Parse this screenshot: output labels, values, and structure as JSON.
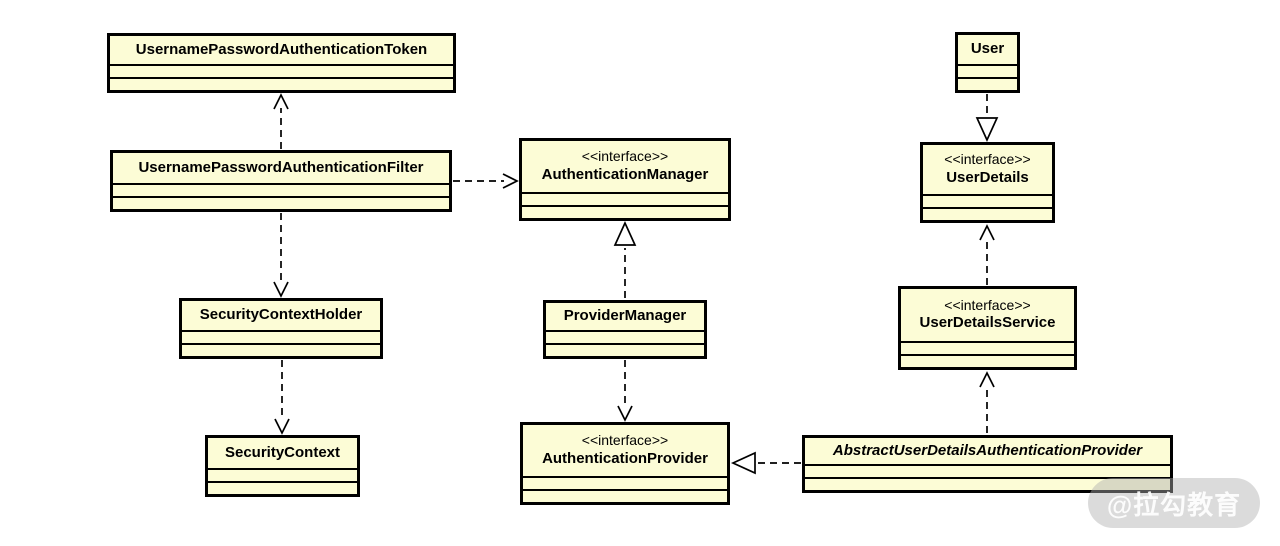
{
  "diagram": {
    "classes": {
      "token": {
        "name": "UsernamePasswordAuthenticationToken"
      },
      "filter": {
        "name": "UsernamePasswordAuthenticationFilter"
      },
      "security_context_holder": {
        "name": "SecurityContextHolder"
      },
      "security_context": {
        "name": "SecurityContext"
      },
      "authentication_manager": {
        "stereotype": "<<interface>>",
        "name": "AuthenticationManager"
      },
      "provider_manager": {
        "name": "ProviderManager"
      },
      "authentication_provider": {
        "stereotype": "<<interface>>",
        "name": "AuthenticationProvider"
      },
      "user": {
        "name": "User"
      },
      "user_details": {
        "stereotype": "<<interface>>",
        "name": "UserDetails"
      },
      "user_details_service": {
        "stereotype": "<<interface>>",
        "name": "UserDetailsService"
      },
      "abstract_user_details_authentication_provider": {
        "name": "AbstractUserDetailsAuthenticationProvider"
      }
    },
    "relationships": [
      {
        "type": "dependency",
        "from": "UsernamePasswordAuthenticationFilter",
        "to": "UsernamePasswordAuthenticationToken"
      },
      {
        "type": "dependency",
        "from": "UsernamePasswordAuthenticationFilter",
        "to": "AuthenticationManager"
      },
      {
        "type": "dependency",
        "from": "UsernamePasswordAuthenticationFilter",
        "to": "SecurityContextHolder"
      },
      {
        "type": "dependency",
        "from": "SecurityContextHolder",
        "to": "SecurityContext"
      },
      {
        "type": "realization",
        "from": "ProviderManager",
        "to": "AuthenticationManager"
      },
      {
        "type": "dependency",
        "from": "ProviderManager",
        "to": "AuthenticationProvider"
      },
      {
        "type": "realization",
        "from": "User",
        "to": "UserDetails"
      },
      {
        "type": "dependency",
        "from": "UserDetailsService",
        "to": "UserDetails"
      },
      {
        "type": "dependency",
        "from": "AbstractUserDetailsAuthenticationProvider",
        "to": "UserDetailsService"
      },
      {
        "type": "realization",
        "from": "AbstractUserDetailsAuthenticationProvider",
        "to": "AuthenticationProvider"
      }
    ],
    "colors": {
      "class_fill": "#fcfcd6",
      "border": "#000000",
      "background": "#ffffff"
    },
    "watermark": {
      "text": "@拉勾教育"
    }
  }
}
